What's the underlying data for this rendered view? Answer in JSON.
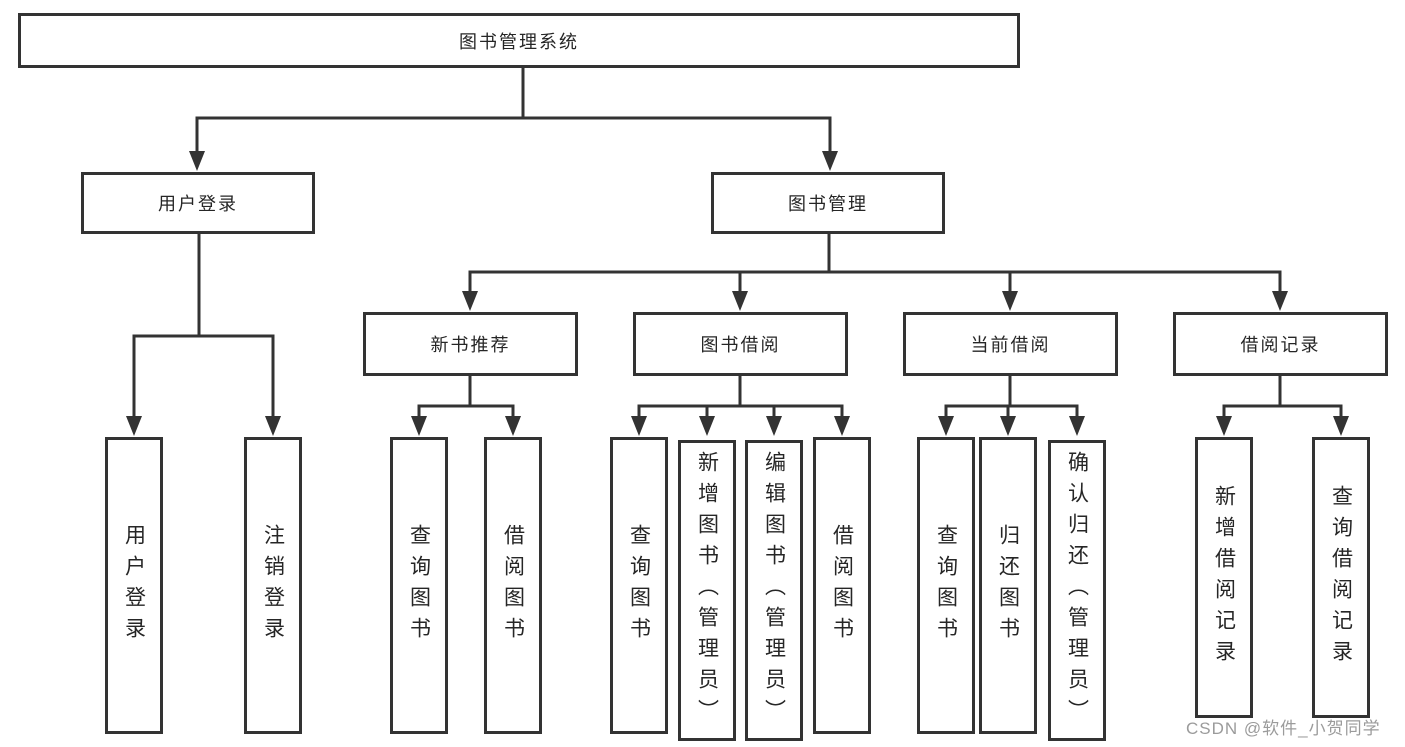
{
  "diagram_type": "hierarchy-tree",
  "colors": {
    "line": "#333333",
    "text": "#262626",
    "watermark": "#9b9b9b",
    "background": "#ffffff"
  },
  "watermark": {
    "text": "CSDN @软件_小贺同学"
  },
  "tree": {
    "label": "图书管理系统",
    "children": [
      {
        "label": "用户登录",
        "children": [
          {
            "label": "用户登录"
          },
          {
            "label": "注销登录"
          }
        ]
      },
      {
        "label": "图书管理",
        "children": [
          {
            "label": "新书推荐",
            "children": [
              {
                "label": "查询图书"
              },
              {
                "label": "借阅图书"
              }
            ]
          },
          {
            "label": "图书借阅",
            "children": [
              {
                "label": "查询图书"
              },
              {
                "label": "新增图书（管理员）"
              },
              {
                "label": "编辑图书（管理员）"
              },
              {
                "label": "借阅图书"
              }
            ]
          },
          {
            "label": "当前借阅",
            "children": [
              {
                "label": "查询图书"
              },
              {
                "label": "归还图书"
              },
              {
                "label": "确认归还（管理员）"
              }
            ]
          },
          {
            "label": "借阅记录",
            "children": [
              {
                "label": "新增借阅记录"
              },
              {
                "label": "查询借阅记录"
              }
            ]
          }
        ]
      }
    ]
  }
}
